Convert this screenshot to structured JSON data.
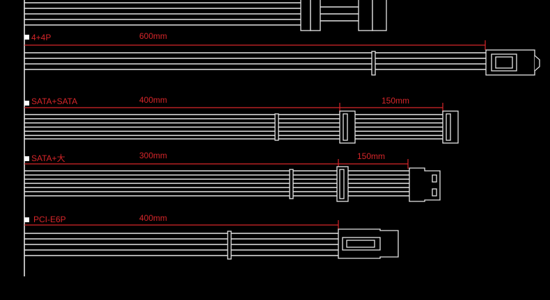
{
  "colors": {
    "background": "#000000",
    "wire": "#e6e6e6",
    "annotation": "#d8262a"
  },
  "cables": [
    {
      "id": "4p4p",
      "label": "4+4P",
      "segments": [
        {
          "length": "600mm"
        }
      ]
    },
    {
      "id": "sata-sata",
      "label": "SATA+SATA",
      "segments": [
        {
          "length": "400mm"
        },
        {
          "length": "150mm"
        }
      ]
    },
    {
      "id": "sata-molex",
      "label": "SATA+大",
      "segments": [
        {
          "length": "300mm"
        },
        {
          "length": "150mm"
        }
      ]
    },
    {
      "id": "pcie6p",
      "label": "PCI-E6P",
      "segments": [
        {
          "length": "400mm"
        }
      ]
    }
  ]
}
